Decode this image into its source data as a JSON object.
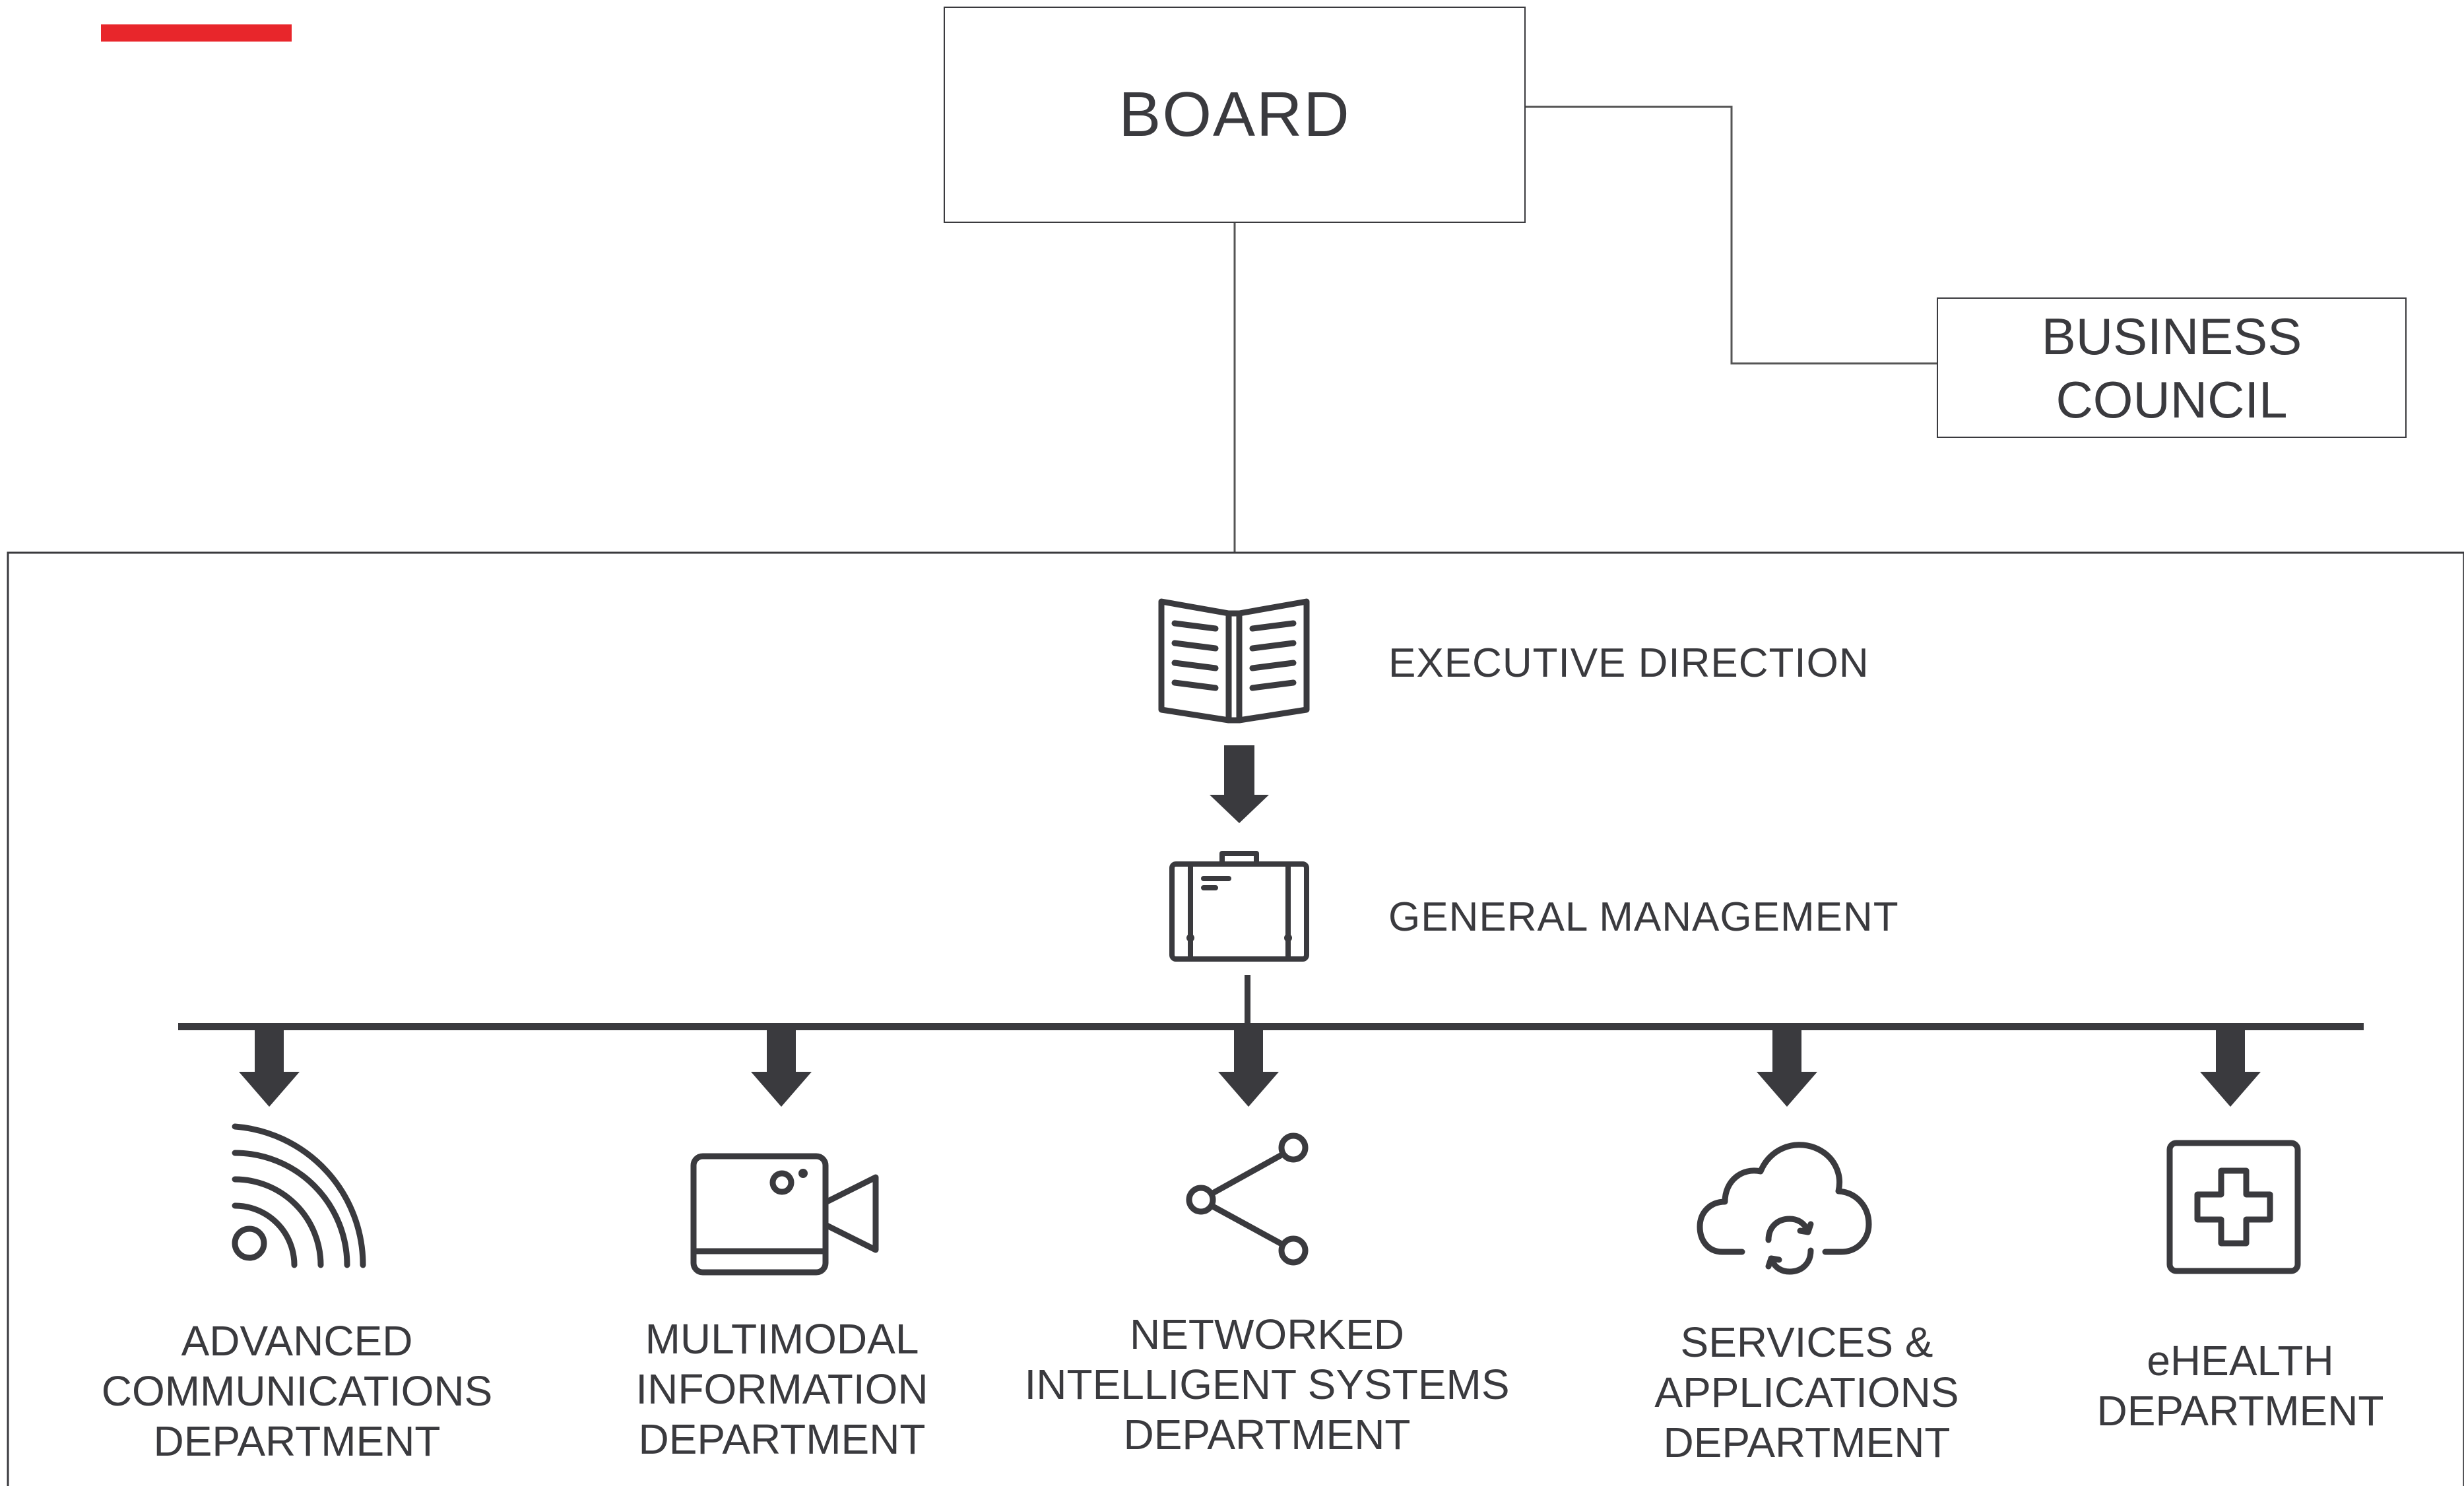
{
  "accent_color": "#e8262b",
  "line_color": "#3a3a3e",
  "board": {
    "label": "BOARD"
  },
  "business_council": {
    "line1": "BUSINESS",
    "line2": "COUNCIL"
  },
  "executive_direction": {
    "label": "EXECUTIVE DIRECTION",
    "icon": "open-book-icon"
  },
  "general_management": {
    "label": "GENERAL MANAGEMENT",
    "icon": "briefcase-icon"
  },
  "departments": [
    {
      "icon": "wifi-signal-icon",
      "lines": [
        "ADVANCED",
        "COMMUNICATIONS",
        "DEPARTMENT"
      ]
    },
    {
      "icon": "video-camera-icon",
      "lines": [
        "MULTIMODAL",
        "INFORMATION",
        "DEPARTMENT"
      ]
    },
    {
      "icon": "share-network-icon",
      "lines": [
        "NETWORKED",
        "INTELLIGENT SYSTEMS",
        "DEPARTMENT"
      ]
    },
    {
      "icon": "cloud-sync-icon",
      "lines": [
        "SERVICES &",
        "APPLICATIONS",
        "DEPARTMENT"
      ]
    },
    {
      "icon": "medical-cross-icon",
      "lines": [
        "eHEALTH",
        "DEPARTMENT"
      ]
    }
  ]
}
